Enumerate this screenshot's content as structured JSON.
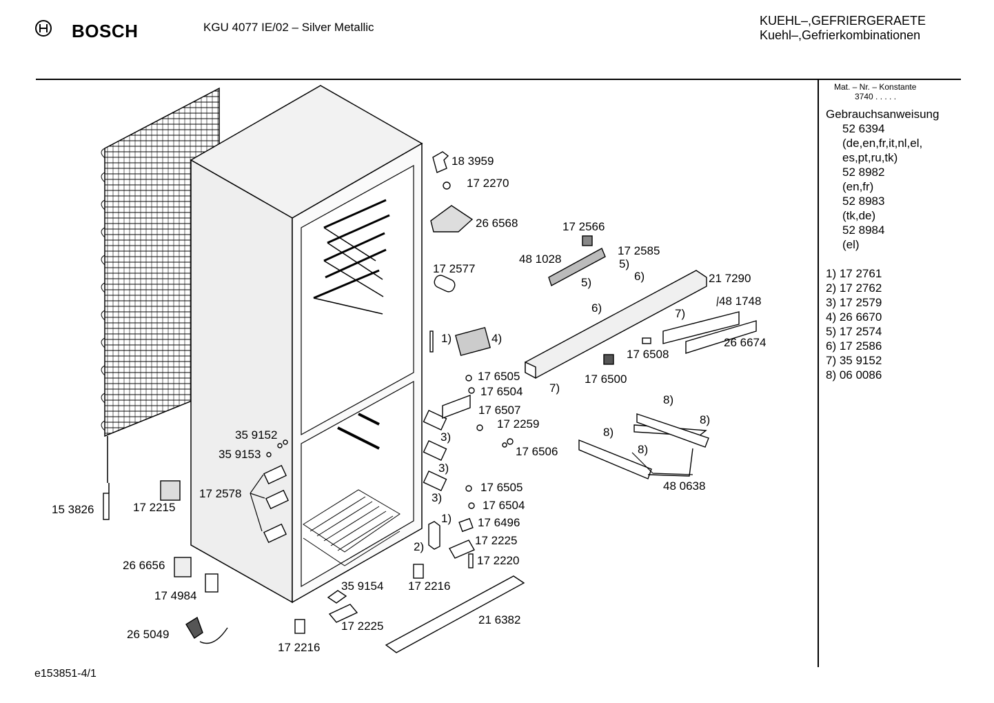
{
  "header": {
    "brand": "BOSCH",
    "model": "KGU 4077 IE/02 – Silver Metallic",
    "category_line1": "KUEHL–,GEFRIERGERAETE",
    "category_line2": "Kuehl–,Gefrierkombinationen"
  },
  "sidebar": {
    "mat_label": "Mat. – Nr. – Konstante",
    "mat_value": "3740  .  .  .  .  .",
    "manual_title": "Gebrauchsanweisung",
    "manuals": [
      {
        "number": "52 6394",
        "languages": [
          "(de,en,fr,it,nl,el,",
          "es,pt,ru,tk)"
        ]
      },
      {
        "number": "52 8982",
        "languages": [
          "(en,fr)"
        ]
      },
      {
        "number": "52 8983",
        "languages": [
          "(tk,de)"
        ]
      },
      {
        "number": "52 8984",
        "languages": [
          "(el)"
        ]
      }
    ],
    "footnotes": [
      "1) 17 2761",
      "2) 17 2762",
      "3) 17 2579",
      "4) 26 6670",
      "5) 17 2574",
      "6) 17 2586",
      "7) 35 9152",
      "8) 06 0086"
    ]
  },
  "footer": {
    "reference": "e153851-4/1"
  },
  "part_labels": [
    "18 3959",
    "17 2270",
    "26 6568",
    "17 2566",
    "17 2585",
    "48 1028",
    "5)",
    "17 2577",
    "5)",
    "6)",
    "21 7290",
    "48 1748",
    "6)",
    "7)",
    "1)",
    "4)",
    "26 6674",
    "17 6508",
    "17 6505",
    "17 6500",
    "17 6504",
    "7)",
    "17 6507",
    "8)",
    "17 2259",
    "8)",
    "35 9152",
    "3)",
    "8)",
    "35 9153",
    "17 6506",
    "8)",
    "3)",
    "17 2578",
    "48 0638",
    "17 6505",
    "3)",
    "15 3826",
    "17 2215",
    "17 6504",
    "1)",
    "17 6496",
    "17 2225",
    "2)",
    "26 6656",
    "17 2220",
    "35 9154",
    "17 2216",
    "17 4984",
    "21 6382",
    "17 2225",
    "26 5049",
    "17 2216"
  ]
}
